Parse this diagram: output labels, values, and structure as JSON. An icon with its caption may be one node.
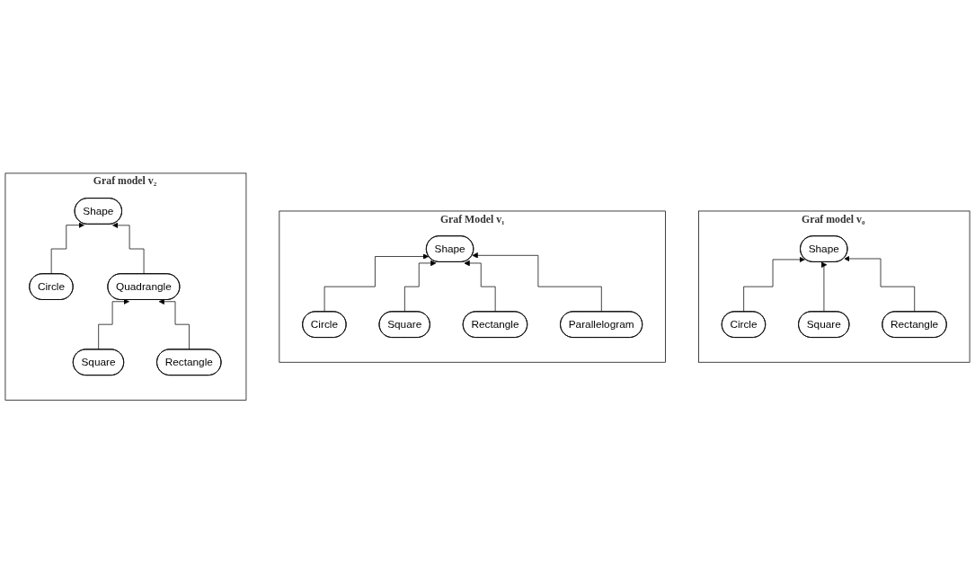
{
  "diagram": {
    "nodes": [
      {
        "text": [
          "Graf model v₀"
        ]
      },
      {
        "text": [
          "Shape"
        ],
        "in": 0
      },
      {
        "text": [
          "Circle"
        ],
        "in": 0
      },
      {
        "text": [
          "Square"
        ],
        "in": 0
      },
      {
        "text": [
          "Rectangle"
        ],
        "in": 0
      },
      {
        "text": [
          "Graf Model v₁"
        ]
      },
      {
        "text": [
          "Shape"
        ],
        "in": 5
      },
      {
        "text": [
          "Circle"
        ],
        "in": 5
      },
      {
        "text": [
          "Square"
        ],
        "in": 5
      },
      {
        "text": [
          "Rectangle"
        ],
        "in": 5
      },
      {
        "text": [
          "Parallelogram"
        ],
        "in": 5
      },
      {
        "text": [
          "Graf model v₂"
        ]
      },
      {
        "text": [
          "Shape"
        ],
        "in": 11
      },
      {
        "text": [
          "Circle"
        ],
        "in": 11
      },
      {
        "text": [
          "Quadrangle"
        ],
        "in": 11
      },
      {
        "text": [
          "Square"
        ],
        "in": 11
      },
      {
        "text": [
          "Rectangle"
        ],
        "in": 11
      }
    ],
    "edges": [
      {
        "from": 2,
        "to": 1,
        "arrow": "to"
      },
      {
        "from": 3,
        "to": 1,
        "arrow": "to"
      },
      {
        "from": 4,
        "to": 1,
        "arrow": "to"
      },
      {
        "from": 7,
        "to": 6,
        "arrow": "to"
      },
      {
        "from": 8,
        "to": 6,
        "arrow": "to"
      },
      {
        "from": 9,
        "to": 6,
        "arrow": "to"
      },
      {
        "from": 10,
        "to": 6,
        "arrow": "to"
      },
      {
        "from": 13,
        "to": 12,
        "arrow": "to"
      },
      {
        "from": 14,
        "to": 12,
        "arrow": "to"
      },
      {
        "from": 15,
        "to": 14,
        "arrow": "to"
      },
      {
        "from": 16,
        "to": 14,
        "arrow": "to"
      }
    ]
  }
}
